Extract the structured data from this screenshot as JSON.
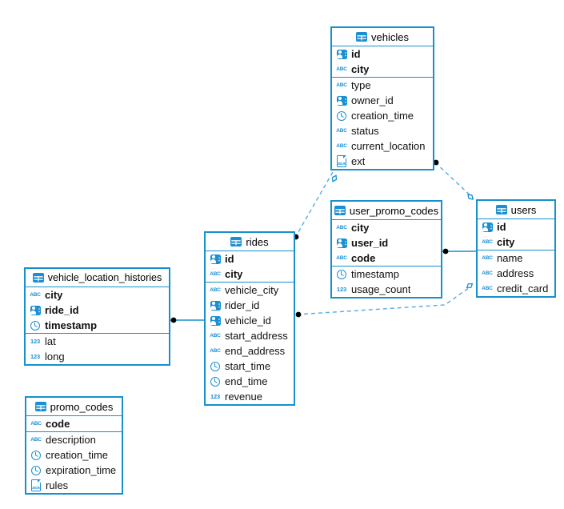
{
  "colors": {
    "table_border": "#1691ce",
    "icon_blue": "#1b8fd4",
    "relation_dashed": "#5fb0e5",
    "relation_solid": "#1691ce",
    "marker_dot": "#000000",
    "text": "#111111",
    "background": "#ffffff"
  },
  "icons": {
    "varchar": "ABC",
    "number": "123",
    "json_label": "JSON"
  },
  "tables": [
    {
      "name": "vehicles",
      "columns": [
        {
          "name": "id",
          "type": "uuid",
          "pk": true
        },
        {
          "name": "city",
          "type": "varchar",
          "pk": true
        },
        {
          "name": "type",
          "type": "varchar",
          "pk": false
        },
        {
          "name": "owner_id",
          "type": "uuid",
          "pk": false
        },
        {
          "name": "creation_time",
          "type": "timestamp",
          "pk": false
        },
        {
          "name": "status",
          "type": "varchar",
          "pk": false
        },
        {
          "name": "current_location",
          "type": "varchar",
          "pk": false
        },
        {
          "name": "ext",
          "type": "json",
          "pk": false
        }
      ]
    },
    {
      "name": "user_promo_codes",
      "columns": [
        {
          "name": "city",
          "type": "varchar",
          "pk": true
        },
        {
          "name": "user_id",
          "type": "uuid",
          "pk": true
        },
        {
          "name": "code",
          "type": "varchar",
          "pk": true
        },
        {
          "name": "timestamp",
          "type": "timestamp",
          "pk": false
        },
        {
          "name": "usage_count",
          "type": "number",
          "pk": false
        }
      ]
    },
    {
      "name": "users",
      "columns": [
        {
          "name": "id",
          "type": "uuid",
          "pk": true
        },
        {
          "name": "city",
          "type": "varchar",
          "pk": true
        },
        {
          "name": "name",
          "type": "varchar",
          "pk": false
        },
        {
          "name": "address",
          "type": "varchar",
          "pk": false
        },
        {
          "name": "credit_card",
          "type": "varchar",
          "pk": false
        }
      ]
    },
    {
      "name": "rides",
      "columns": [
        {
          "name": "id",
          "type": "uuid",
          "pk": true
        },
        {
          "name": "city",
          "type": "varchar",
          "pk": true
        },
        {
          "name": "vehicle_city",
          "type": "varchar",
          "pk": false
        },
        {
          "name": "rider_id",
          "type": "uuid",
          "pk": false
        },
        {
          "name": "vehicle_id",
          "type": "uuid",
          "pk": false
        },
        {
          "name": "start_address",
          "type": "varchar",
          "pk": false
        },
        {
          "name": "end_address",
          "type": "varchar",
          "pk": false
        },
        {
          "name": "start_time",
          "type": "timestamp",
          "pk": false
        },
        {
          "name": "end_time",
          "type": "timestamp",
          "pk": false
        },
        {
          "name": "revenue",
          "type": "number",
          "pk": false
        }
      ]
    },
    {
      "name": "vehicle_location_histories",
      "columns": [
        {
          "name": "city",
          "type": "varchar",
          "pk": true
        },
        {
          "name": "ride_id",
          "type": "uuid",
          "pk": true
        },
        {
          "name": "timestamp",
          "type": "timestamp",
          "pk": true
        },
        {
          "name": "lat",
          "type": "number",
          "pk": false
        },
        {
          "name": "long",
          "type": "number",
          "pk": false
        }
      ]
    },
    {
      "name": "promo_codes",
      "columns": [
        {
          "name": "code",
          "type": "varchar",
          "pk": true
        },
        {
          "name": "description",
          "type": "varchar",
          "pk": false
        },
        {
          "name": "creation_time",
          "type": "timestamp",
          "pk": false
        },
        {
          "name": "expiration_time",
          "type": "timestamp",
          "pk": false
        },
        {
          "name": "rules",
          "type": "json",
          "pk": false
        }
      ]
    }
  ],
  "relations": [
    {
      "from": "vehicle_location_histories",
      "to": "rides",
      "style": "solid"
    },
    {
      "from": "user_promo_codes",
      "to": "users",
      "style": "solid"
    },
    {
      "from": "rides",
      "to": "vehicles",
      "style": "dashed"
    },
    {
      "from": "vehicles",
      "to": "users",
      "style": "dashed"
    },
    {
      "from": "rides",
      "to": "users",
      "style": "dashed"
    }
  ]
}
